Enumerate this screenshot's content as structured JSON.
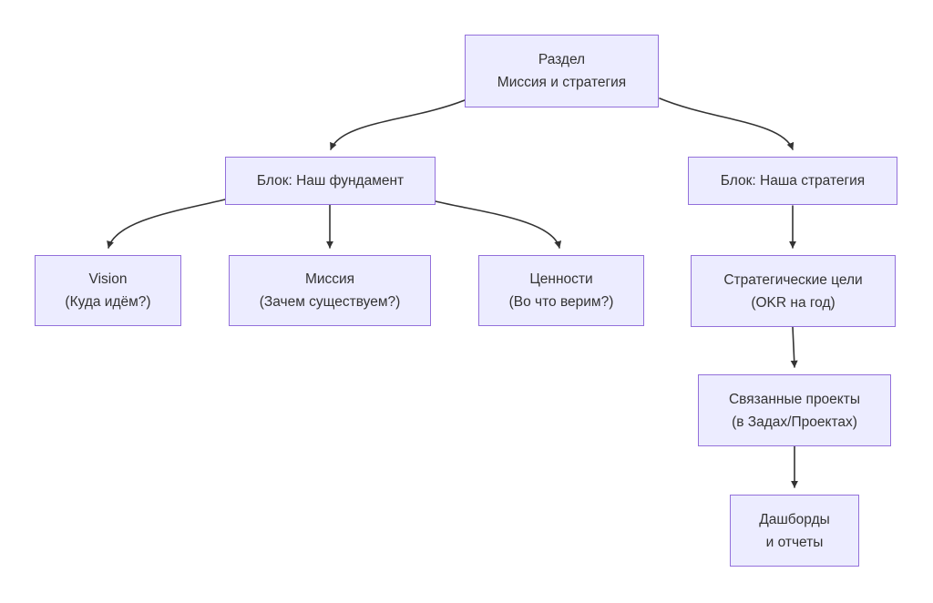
{
  "diagram": {
    "type": "flowchart",
    "direction": "top-down",
    "colors": {
      "background": "#FFFFFF",
      "node_fill": "#ECECFF",
      "node_border": "#9370DB",
      "edge": "#333333",
      "text": "#333333"
    },
    "nodes": [
      {
        "id": "root",
        "lines": [
          "Раздел",
          "Миссия и стратегия"
        ]
      },
      {
        "id": "foundation",
        "lines": [
          "Блок: Наш фундамент"
        ]
      },
      {
        "id": "strategy",
        "lines": [
          "Блок: Наша стратегия"
        ]
      },
      {
        "id": "vision",
        "lines": [
          "Vision",
          "(Куда идём?)"
        ]
      },
      {
        "id": "mission",
        "lines": [
          "Миссия",
          "(Зачем существуем?)"
        ]
      },
      {
        "id": "values",
        "lines": [
          "Ценности",
          "(Во что верим?)"
        ]
      },
      {
        "id": "okr",
        "lines": [
          "Стратегические цели",
          "(OKR на год)"
        ]
      },
      {
        "id": "projects",
        "lines": [
          "Связанные проекты",
          "(в Задах/Проектах)"
        ]
      },
      {
        "id": "dashboards",
        "lines": [
          "Дашборды",
          "и отчеты"
        ]
      }
    ],
    "edges": [
      {
        "from": "root",
        "to": "foundation"
      },
      {
        "from": "root",
        "to": "strategy"
      },
      {
        "from": "foundation",
        "to": "vision"
      },
      {
        "from": "foundation",
        "to": "mission"
      },
      {
        "from": "foundation",
        "to": "values"
      },
      {
        "from": "strategy",
        "to": "okr"
      },
      {
        "from": "okr",
        "to": "projects"
      },
      {
        "from": "projects",
        "to": "dashboards"
      }
    ]
  }
}
